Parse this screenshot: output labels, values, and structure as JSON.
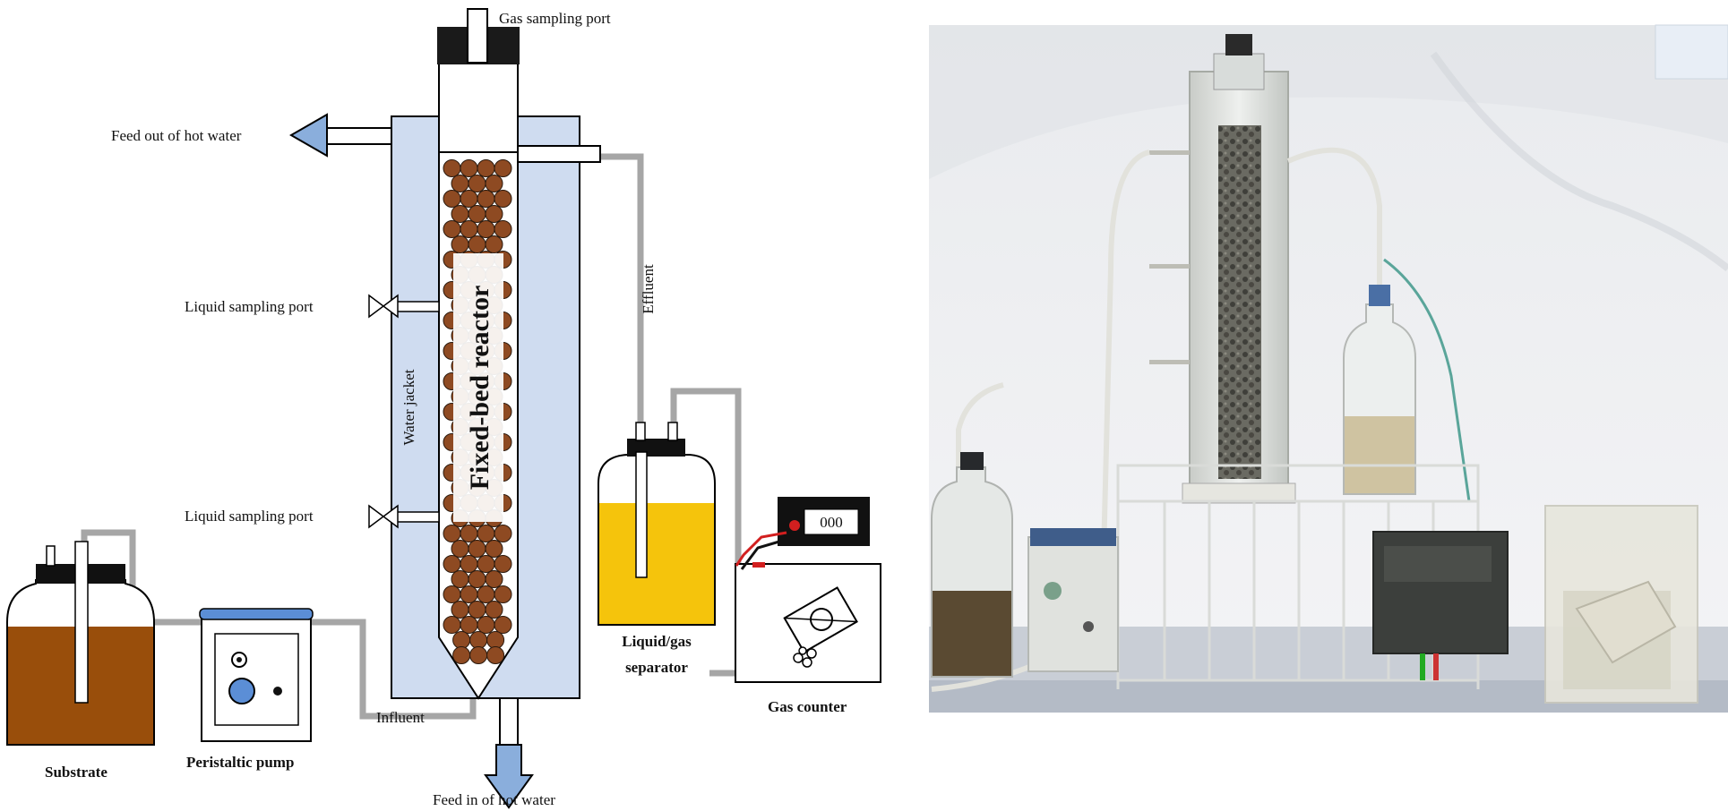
{
  "diagram": {
    "labels": {
      "gas_sampling_port": "Gas sampling port",
      "feed_out_hot_water": "Feed out of hot water",
      "liquid_sampling_port_upper": "Liquid sampling port",
      "liquid_sampling_port_lower": "Liquid sampling port",
      "water_jacket": "Water jacket",
      "fixed_bed_reactor": "Fixed-bed reactor",
      "effluent": "Effluent",
      "influent": "Influent",
      "feed_in_hot_water": "Feed in of hot water",
      "substrate": "Substrate",
      "peristaltic_pump": "Peristaltic pump",
      "liquid_gas_separator_line1": "Liquid/gas",
      "liquid_gas_separator_line2": "separator",
      "gas_counter": "Gas counter",
      "counter_display": "000"
    },
    "colors": {
      "jacket_fill": "#cfdcf0",
      "pipe": "#a6a6a6",
      "substrate_liquid": "#994e0b",
      "separator_liquid": "#f5c40c",
      "bead": "#8e4a22",
      "arrow": "#8aaedc",
      "pump_top": "#5b8ed6",
      "red_wire": "#d21f1f"
    }
  },
  "photo": {
    "description_elements": [
      "reactor-column",
      "separator-bottle",
      "substrate-bottle",
      "peristaltic-pump",
      "wire-rack",
      "gas-counter-box",
      "water-tank"
    ]
  }
}
